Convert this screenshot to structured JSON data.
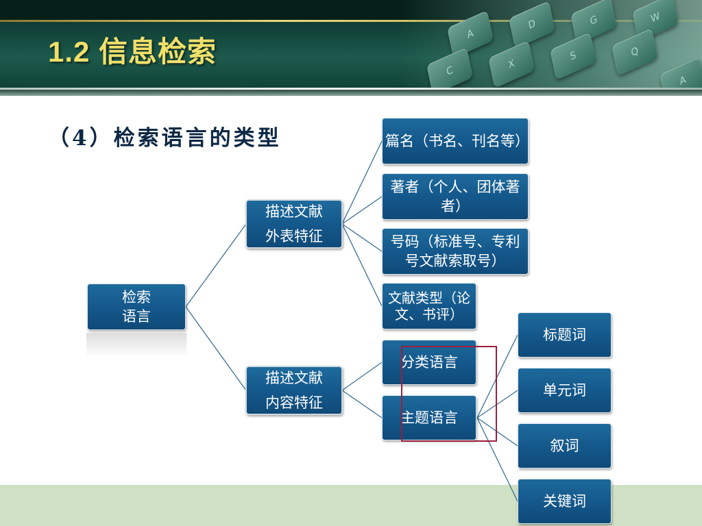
{
  "slide": {
    "title": "1.2  信息检索",
    "section_heading": "（4）检索语言的类型"
  },
  "diagram": {
    "root": "检索\n语言",
    "branches": [
      {
        "label": "描述文献\n外表特征",
        "children": [
          "篇名（书名、刊名等）",
          "著者（个人、团体著者）",
          "号码（标准号、专利号文献索取号）",
          "文献类型（论文、书评）"
        ]
      },
      {
        "label": "描述文献\n内容特征",
        "children": [
          "分类语言",
          "主题语言"
        ]
      }
    ],
    "subject_terms": [
      "标题词",
      "单元词",
      "叙词",
      "关键词"
    ]
  },
  "colors": {
    "node_fill": "#14578a",
    "title_text": "#f0e06a",
    "heading_text": "#0d2845",
    "highlight_border": "#9a1f3c",
    "footer": "#cfe0c4"
  }
}
